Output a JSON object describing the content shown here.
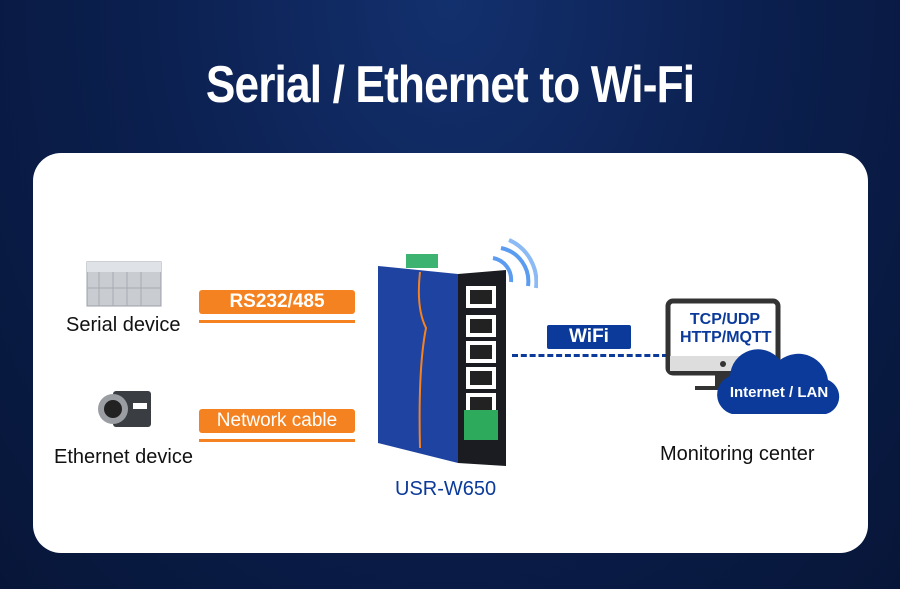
{
  "title": "Serial / Ethernet to Wi-Fi",
  "left": {
    "serial_device": "Serial device",
    "ethernet_device": "Ethernet device",
    "rs_tag": "RS232/485",
    "network_tag": "Network cable"
  },
  "device": {
    "model": "USR-W650"
  },
  "link": {
    "wifi_tag": "WiFi"
  },
  "right": {
    "protocols_line1": "TCP/UDP",
    "protocols_line2": "HTTP/MQTT",
    "cloud": "Internet / LAN",
    "label": "Monitoring center"
  },
  "colors": {
    "orange": "#f58220",
    "blue": "#0b3a9a"
  }
}
